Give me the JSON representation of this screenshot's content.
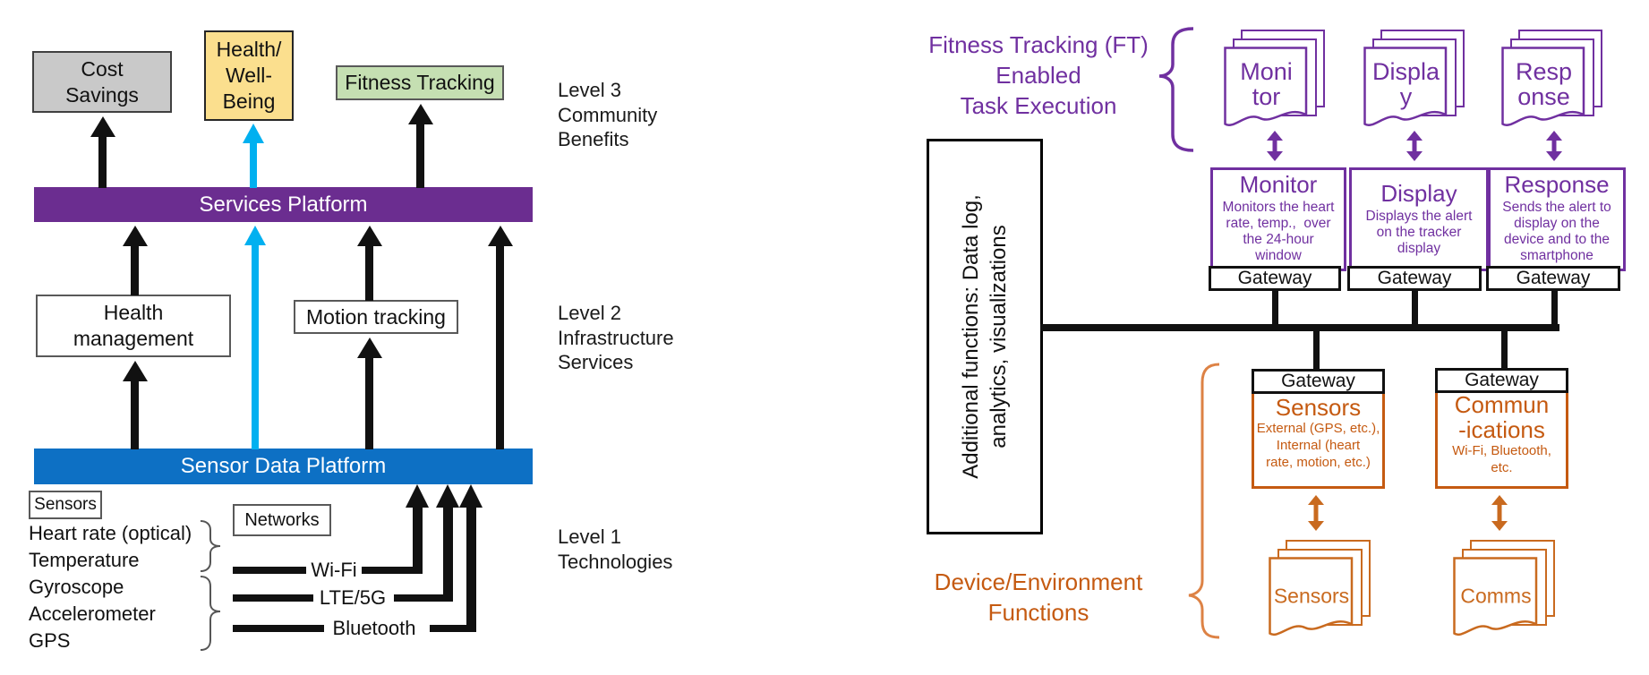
{
  "colors": {
    "purple": "#7030a0",
    "blue": "#0070c0",
    "cyan": "#00b0f0",
    "orange": "#c55a11",
    "box_gray": "#c9c9c9",
    "box_yellow": "#fbdf8e",
    "box_green": "#c5dfb2",
    "black": "#111111"
  },
  "left": {
    "benefits": {
      "cost_savings": "Cost\nSavings",
      "health_wellbeing": "Health/\nWell-\nBeing",
      "fitness_tracking": "Fitness Tracking"
    },
    "services_platform": "Services Platform",
    "sensor_data_platform": "Sensor Data Platform",
    "health_management": "Health\nmanagement",
    "motion_tracking": "Motion tracking",
    "levels": {
      "level3": "Level 3\nCommunity\nBenefits",
      "level2": "Level 2\nInfrastructure\nServices",
      "level1": "Level 1\nTechnologies"
    },
    "sensors_tag": "Sensors",
    "networks_tag": "Networks",
    "sensor_items": [
      "Heart rate (optical)",
      "Temperature",
      "Gyroscope",
      "Accelerometer",
      "GPS"
    ],
    "networks": [
      "Wi-Fi",
      "LTE/5G",
      "Bluetooth"
    ]
  },
  "right": {
    "ft_heading": "Fitness Tracking (FT)\nEnabled\nTask Execution",
    "additional_functions": "Additional functions: Data log,\nanalytics, visualizations",
    "device_env_heading": "Device/Environment\nFunctions",
    "gateway_label": "Gateway",
    "task_docs": [
      "Moni\ntor",
      "Displa\ny",
      "Resp\nonse"
    ],
    "task_boxes": [
      {
        "title": "Monitor",
        "body": "Monitors the heart\nrate, temp.,  over\nthe 24-hour\nwindow"
      },
      {
        "title": "Display",
        "body": "Displays the alert\non the tracker\ndisplay"
      },
      {
        "title": "Response",
        "body": "Sends the alert to\ndisplay on the\ndevice and to the\nsmartphone"
      }
    ],
    "device_boxes": [
      {
        "title": "Sensors",
        "body": "External (GPS, etc.),\nInternal (heart\nrate, motion, etc.)"
      },
      {
        "title": "Commun\n-ications",
        "body": "Wi-Fi, Bluetooth,\netc."
      }
    ],
    "device_docs": [
      "Sensors",
      "Comms"
    ]
  }
}
